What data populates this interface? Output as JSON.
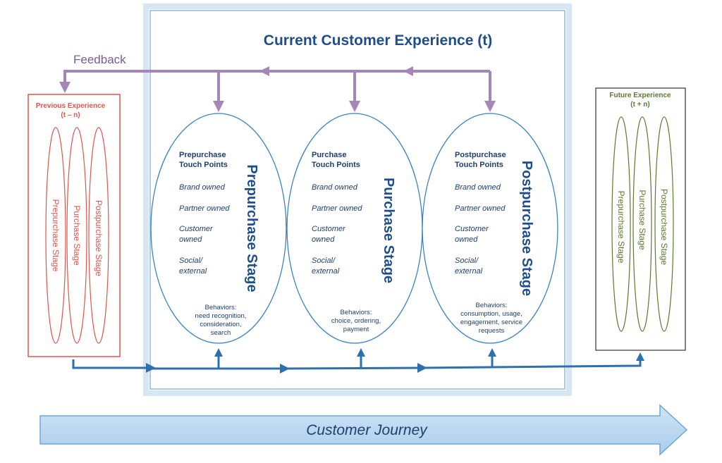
{
  "title": "Current Customer Experience (t)",
  "feedback_label": "Feedback",
  "previous": {
    "title_line1": "Previous Experience",
    "title_line2": "(t – n)",
    "stages": [
      "Prepurchase Stage",
      "Purchase Stage",
      "Postpurchase Stage"
    ]
  },
  "future": {
    "title_line1": "Future Experience",
    "title_line2": "(t + n)",
    "stages": [
      "Prepurchase Stage",
      "Purchase Stage",
      "Postpurchase Stage"
    ]
  },
  "current_stages": [
    {
      "name": "Prepurchase Stage",
      "touch_title": [
        "Prepurchase",
        "Touch Points"
      ],
      "touch_points": [
        [
          "Brand owned"
        ],
        [
          "Partner owned"
        ],
        [
          "Customer",
          "owned"
        ],
        [
          "Social/",
          "external"
        ]
      ],
      "behaviors": [
        "Behaviors:",
        "need recognition,",
        "consideration,",
        "search"
      ]
    },
    {
      "name": "Purchase Stage",
      "touch_title": [
        "Purchase",
        "Touch Points"
      ],
      "touch_points": [
        [
          "Brand owned"
        ],
        [
          "Partner owned"
        ],
        [
          "Customer",
          "owned"
        ],
        [
          "Social/",
          "external"
        ]
      ],
      "behaviors": [
        "Behaviors:",
        "choice, ordering,",
        "payment"
      ]
    },
    {
      "name": "Postpurchase Stage",
      "touch_title": [
        "Postpurchase",
        "Touch Points"
      ],
      "touch_points": [
        [
          "Brand owned"
        ],
        [
          "Partner owned"
        ],
        [
          "Customer",
          "owned"
        ],
        [
          "Social/",
          "external"
        ]
      ],
      "behaviors": [
        "Behaviors:",
        "consumption, usage,",
        "engagement, service",
        "requests"
      ]
    }
  ],
  "journey_label": "Customer Journey",
  "colors": {
    "title_blue": "#1f4e8c",
    "ellipse_blue": "#3b83c4",
    "flow_blue": "#2e6fb0",
    "feedback_purple": "#a487b8",
    "feedback_text": "#7a5c94",
    "previous_red": "#e0554a",
    "future_green": "#5c7a2e",
    "frame_blue": "#b9d3ea",
    "journey_fill": "#b8d7ef",
    "journey_stroke": "#6fa6d6",
    "journey_text": "#1f3f6e"
  }
}
